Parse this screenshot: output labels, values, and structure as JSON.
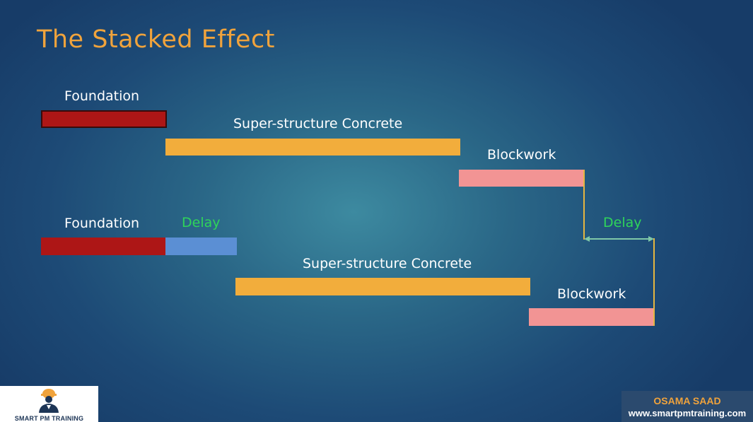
{
  "slide": {
    "title": "The Stacked Effect"
  },
  "plan": {
    "foundation": "Foundation",
    "superstructure": "Super-structure Concrete",
    "blockwork": "Blockwork"
  },
  "delayed": {
    "foundation": "Foundation",
    "delay_label_1": "Delay",
    "superstructure": "Super-structure Concrete",
    "blockwork": "Blockwork",
    "delay_label_2": "Delay"
  },
  "branding": {
    "logo_text": "SMART PM TRAINING",
    "author": "OSAMA SAAD",
    "website": "www.smartpmtraining.com"
  },
  "colors": {
    "foundation": "#ad1616",
    "superstructure": "#f2ad3c",
    "blockwork": "#f29494",
    "delay_bar": "#5b8fd4",
    "delay_text": "#2fd45a",
    "title": "#f0a33c",
    "connector": "#e6b640",
    "arrow": "#7fc8a8"
  }
}
